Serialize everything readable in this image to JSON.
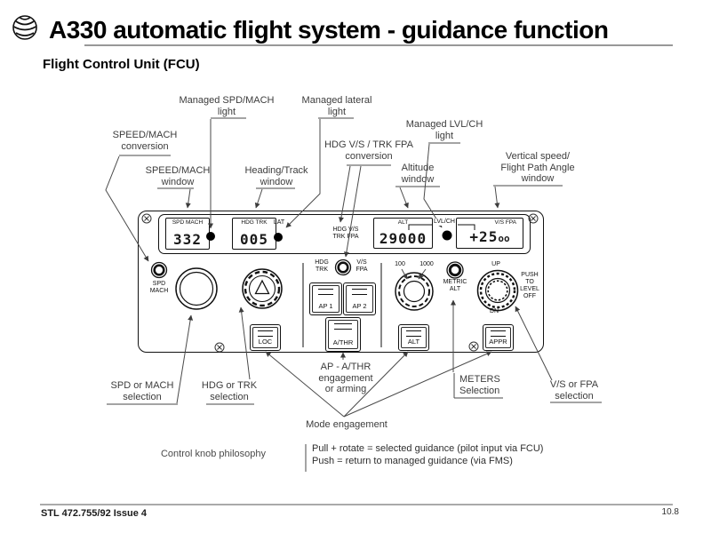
{
  "header": {
    "title": "A330 automatic flight system - guidance function",
    "subtitle": "Flight Control Unit (FCU)"
  },
  "footer": {
    "reference": "STL 472.755/92 Issue 4",
    "page": "10.8"
  },
  "callouts": {
    "speed_mach_conversion": {
      "l1": "SPEED/MACH",
      "l2": "conversion"
    },
    "managed_spd_light": {
      "l1": "Managed SPD/MACH",
      "l2": "light"
    },
    "managed_lateral_light": {
      "l1": "Managed lateral",
      "l2": "light"
    },
    "hdg_vs_trk_fpa_conversion": {
      "l1": "HDG V/S / TRK FPA",
      "l2": "conversion"
    },
    "managed_lvlch_light": {
      "l1": "Managed LVL/CH",
      "l2": "light"
    },
    "speed_mach_window": {
      "l1": "SPEED/MACH",
      "l2": "window"
    },
    "heading_track_window": {
      "l1": "Heading/Track",
      "l2": "window"
    },
    "altitude_window": {
      "l1": "Altitude",
      "l2": "window"
    },
    "vertical_speed_window": {
      "l1": "Vertical speed/",
      "l2": "Flight Path Angle",
      "l3": "window"
    },
    "spd_mach_selection": {
      "l1": "SPD or MACH",
      "l2": "selection"
    },
    "hdg_trk_selection": {
      "l1": "HDG or TRK",
      "l2": "selection"
    },
    "ap_athr_engagement": {
      "l1": "AP - A/THR",
      "l2": "engagement",
      "l3": "or arming"
    },
    "mode_engagement": {
      "l1": "Mode engagement"
    },
    "meters_selection": {
      "l1": "METERS",
      "l2": "Selection"
    },
    "vs_fpa_selection": {
      "l1": "V/S or FPA",
      "l2": "selection"
    },
    "control_knob_philosophy": {
      "l1": "Control knob philosophy"
    }
  },
  "philosophy": {
    "line1": "Pull + rotate = selected guidance (pilot input via FCU)",
    "line2": "Push = return to managed guidance (via FMS)"
  },
  "panel": {
    "displays": {
      "spd": {
        "label": "SPD MACH",
        "value": "332"
      },
      "hdg": {
        "label": "HDG TRK",
        "value": "005"
      },
      "lat": "LAT",
      "selector": {
        "l1": "HDG V/S",
        "l2": "TRK FPA"
      },
      "alt": {
        "label": "ALT",
        "value": "29000"
      },
      "lvlch": "LVL/CH",
      "vs": {
        "label": "V/S FPA",
        "value_main": "+25",
        "value_sub": "oo"
      }
    },
    "buttons": {
      "ap1": "AP 1",
      "ap2": "AP 2",
      "athr": "A/THR",
      "loc": "LOC",
      "alt": "ALT",
      "appr": "APPR"
    },
    "knobs": {
      "spd_mach": {
        "l1": "SPD",
        "l2": "MACH"
      },
      "toggle_left": {
        "l1": "HDG",
        "l2": "TRK"
      },
      "toggle_right": {
        "l1": "V/S",
        "l2": "FPA"
      },
      "alt_inner": "100",
      "alt_outer": "1000",
      "metric": {
        "l1": "METRIC",
        "l2": "ALT"
      },
      "up": "UP",
      "dn": "DN",
      "push_level": {
        "l1": "PUSH",
        "l2": "TO",
        "l3": "LEVEL",
        "l4": "OFF"
      }
    },
    "colors": {
      "ink": "#111111",
      "callout_line": "#4a4a4a",
      "rule": "#777777"
    }
  }
}
